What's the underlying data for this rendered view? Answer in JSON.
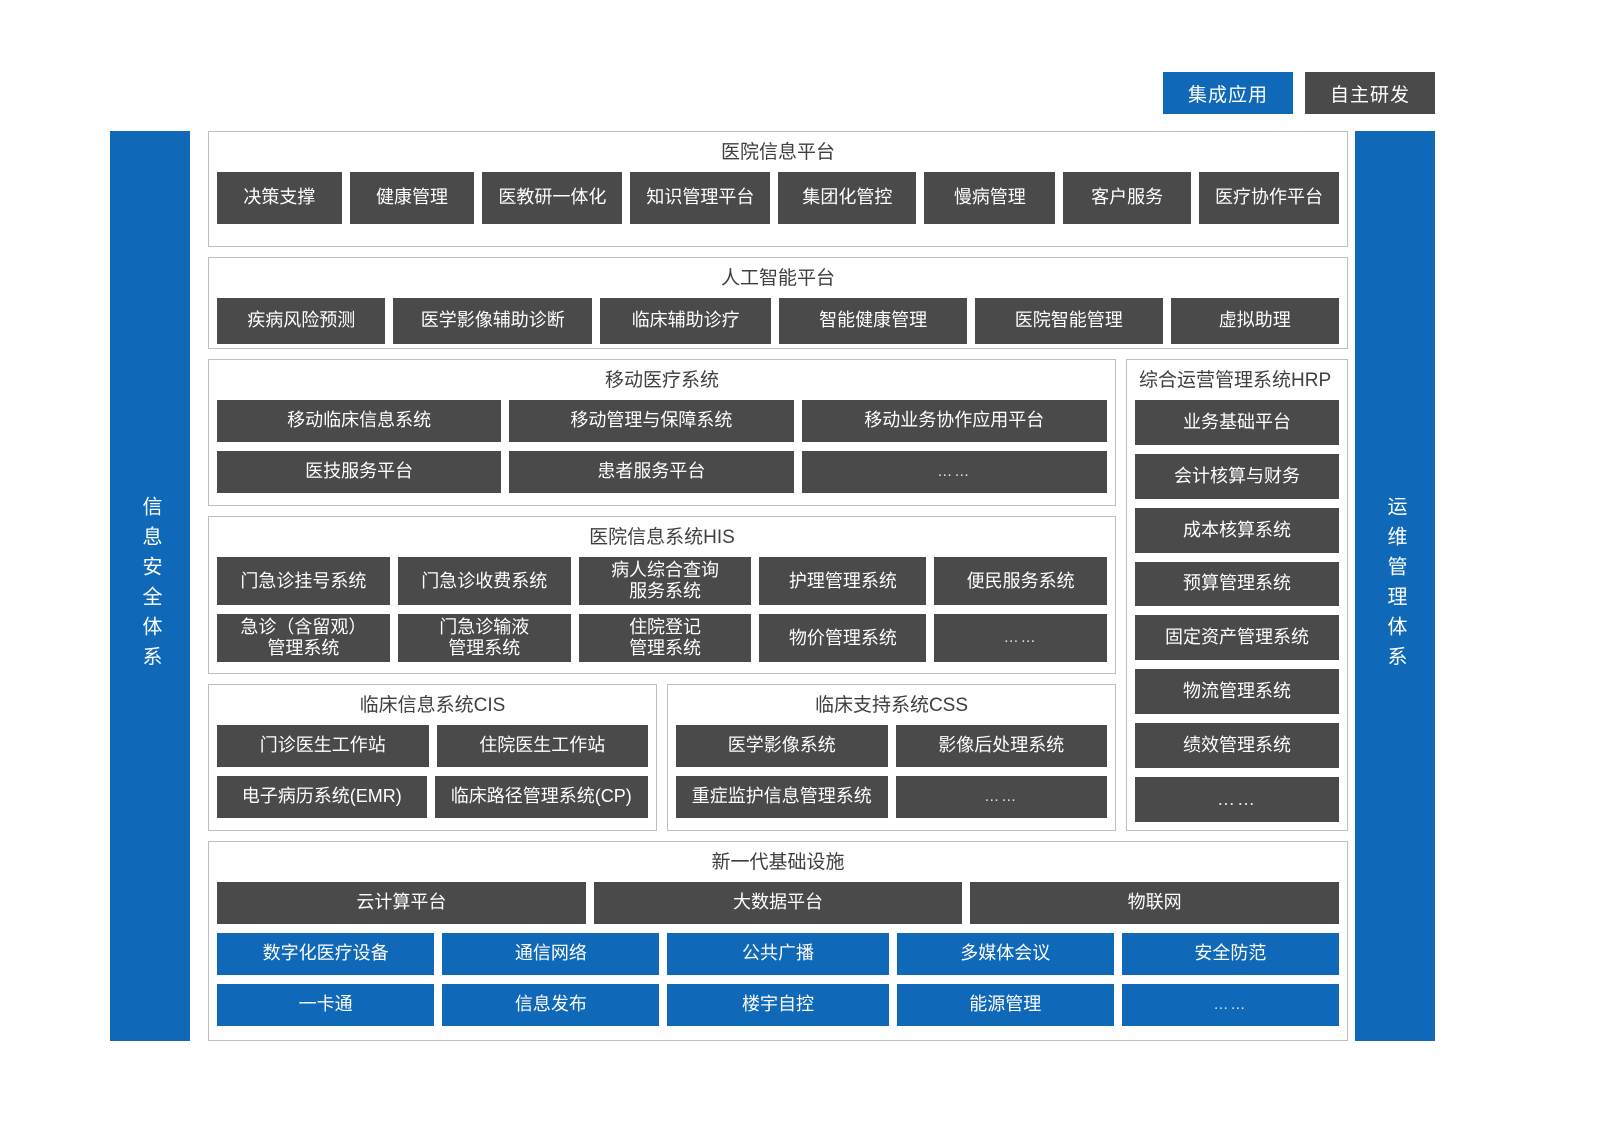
{
  "legend": {
    "items": [
      {
        "label": "集成应用",
        "color": "#1069b8",
        "style": "blue"
      },
      {
        "label": "自主研发",
        "color": "#4a4a4a",
        "style": "dark"
      }
    ]
  },
  "rails": {
    "left": "信息安全体系",
    "right": "运维管理体系"
  },
  "sections": {
    "hospital_info_platform": {
      "title": "医院信息平台",
      "items": [
        "决策支撑",
        "健康管理",
        "医教研一体化",
        "知识管理平台",
        "集团化管控",
        "慢病管理",
        "客户服务",
        "医疗协作平台"
      ]
    },
    "ai_platform": {
      "title": "人工智能平台",
      "items": [
        "疾病风险预测",
        "医学影像辅助诊断",
        "临床辅助诊疗",
        "智能健康管理",
        "医院智能管理",
        "虚拟助理"
      ]
    },
    "mobile_medical": {
      "title": "移动医疗系统",
      "row1": [
        "移动临床信息系统",
        "移动管理与保障系统",
        "移动业务协作应用平台"
      ],
      "row2": [
        "医技服务平台",
        "患者服务平台",
        "……"
      ]
    },
    "his": {
      "title": "医院信息系统HIS",
      "row1": [
        "门急诊挂号系统",
        "门急诊收费系统",
        "病人综合查询\n服务系统",
        "护理管理系统",
        "便民服务系统"
      ],
      "row2": [
        "急诊（含留观）\n管理系统",
        "门急诊输液\n管理系统",
        "住院登记\n管理系统",
        "物价管理系统",
        "……"
      ]
    },
    "cis": {
      "title": "临床信息系统CIS",
      "row1": [
        "门诊医生工作站",
        "住院医生工作站"
      ],
      "row2": [
        "电子病历系统(EMR)",
        "临床路径管理系统(CP)"
      ]
    },
    "css": {
      "title": "临床支持系统CSS",
      "row1": [
        "医学影像系统",
        "影像后处理系统"
      ],
      "row2": [
        "重症监护信息管理系统",
        "……"
      ]
    },
    "hrp": {
      "title": "综合运营管理系统HRP",
      "items": [
        "业务基础平台",
        "会计核算与财务",
        "成本核算系统",
        "预算管理系统",
        "固定资产管理系统",
        "物流管理系统",
        "绩效管理系统",
        "……"
      ]
    },
    "infrastructure": {
      "title": "新一代基础设施",
      "row1": [
        "云计算平台",
        "大数据平台",
        "物联网"
      ],
      "row2": [
        "数字化医疗设备",
        "通信网络",
        "公共广播",
        "多媒体会议",
        "安全防范"
      ],
      "row3": [
        "一卡通",
        "信息发布",
        "楼宇自控",
        "能源管理",
        "……"
      ]
    }
  }
}
